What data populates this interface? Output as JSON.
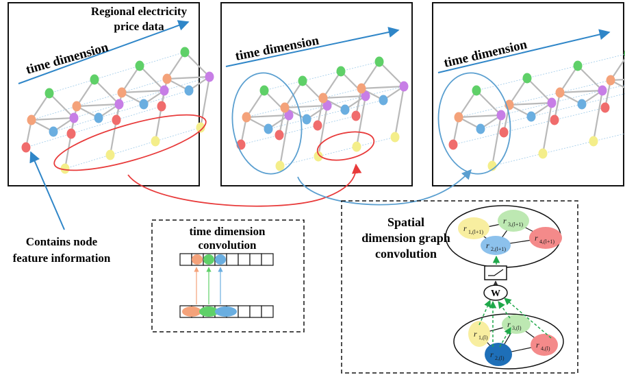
{
  "title_label": [
    "Regional electricity",
    "price data"
  ],
  "time_dimension_label": "time dimension",
  "node_info_label": [
    "Contains node",
    "feature information"
  ],
  "time_conv_label": [
    "time dimension",
    "convolution"
  ],
  "spatial_conv_label": [
    "Spatial",
    "dimension graph",
    "convolution"
  ],
  "weight_label": "W",
  "top_nodes": [
    {
      "var": "r",
      "sub": "1,(l+1)"
    },
    {
      "var": "r",
      "sub": "3,(l+1)"
    },
    {
      "var": "r",
      "sub": "2,(l+1)"
    },
    {
      "var": "r",
      "sub": "4,(l+1)"
    }
  ],
  "bottom_nodes": [
    {
      "var": "r",
      "sub": "1,(l)"
    },
    {
      "var": "r",
      "sub": "3,(l)"
    },
    {
      "var": "r",
      "sub": "2,(l)"
    },
    {
      "var": "r",
      "sub": "4,(l)"
    }
  ],
  "colors": {
    "green": "#5fd068",
    "orange": "#f4a27a",
    "blue": "#6aaee0",
    "purple": "#c77ee6",
    "red": "#f06c6c",
    "yellow": "#f4ee8a",
    "arrow_blue": "#2f86c8",
    "red_ring": "#e83a3a",
    "blue_ring": "#5a9fd0",
    "dashed_green": "#1fa84a"
  }
}
